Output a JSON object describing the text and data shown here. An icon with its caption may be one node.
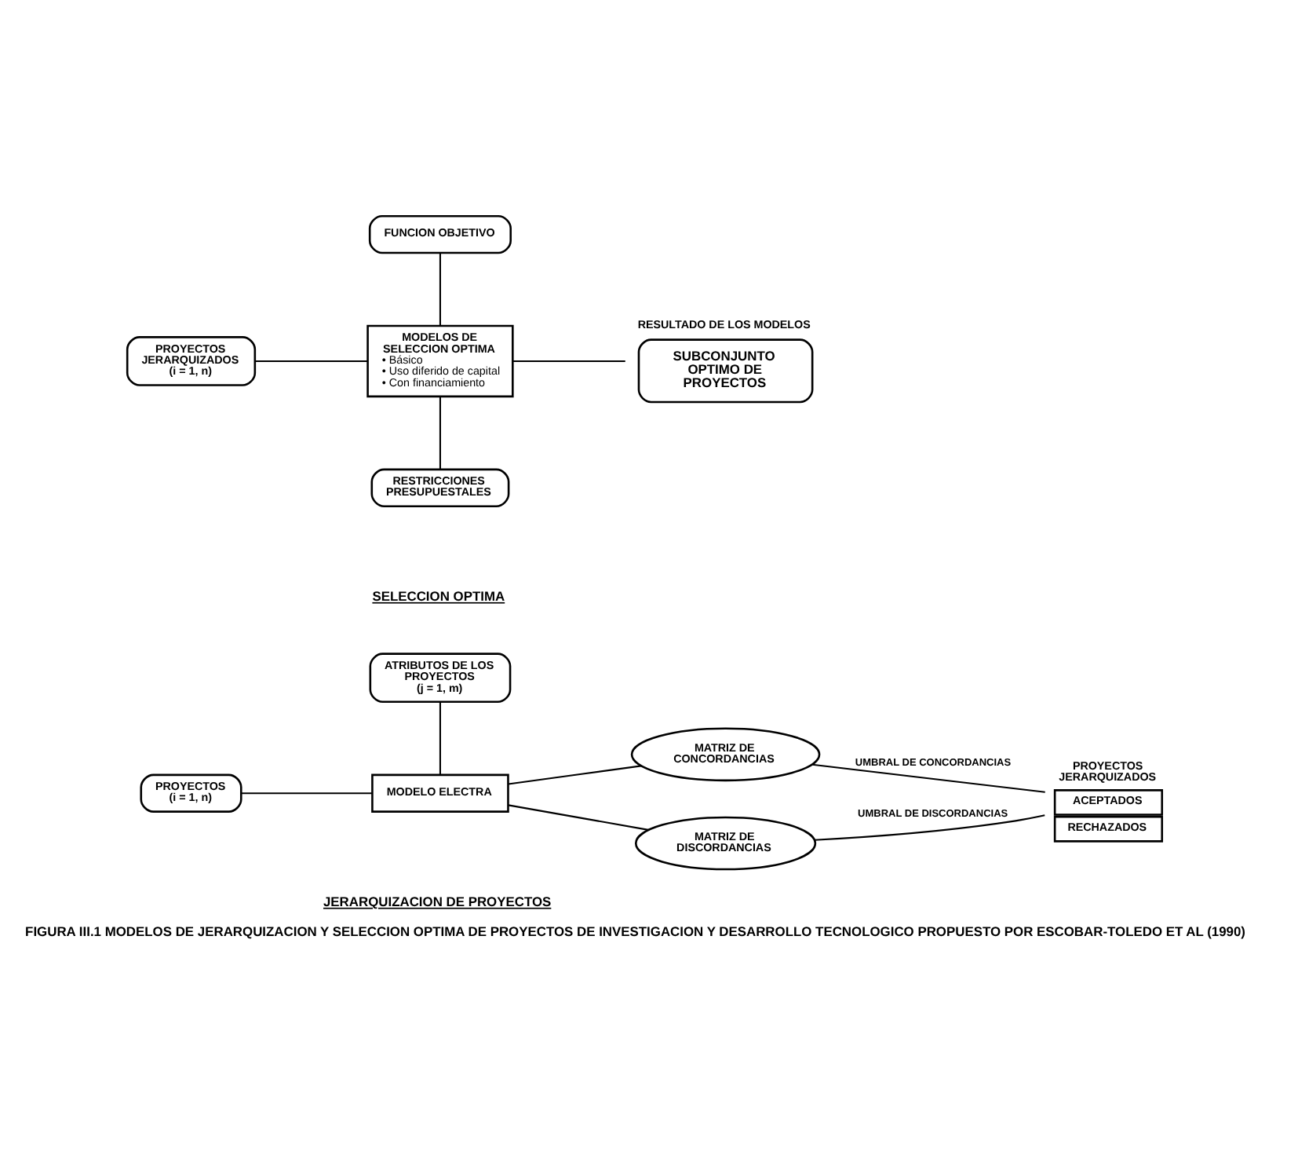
{
  "diagram": {
    "caption": "FIGURA III.1 MODELOS DE JERARQUIZACION Y SELECCION OPTIMA DE PROYECTOS DE INVESTIGACION Y DESARROLLO TECNOLOGICO PROPUESTO POR ESCOBAR-TOLEDO ET AL (1990)",
    "nodes": [
      {
        "text": [
          "ATRIBUTOS DE LOS PROYECTOS",
          "(j = 1, m)"
        ]
      },
      {
        "text": [
          "PROYECTOS",
          "(i = 1, n)"
        ]
      },
      {
        "text": [
          "MODELO ELECTRA"
        ]
      },
      {
        "text": [
          "MATRIZ DE CONCORDANCIAS"
        ]
      },
      {
        "text": [
          "MATRIZ DE DISCORDANCIAS"
        ]
      },
      {
        "text": [
          "PROYECTOS JERARQUIZADOS",
          "ACEPTADOS",
          "RECHAZADOS"
        ]
      },
      {
        "text": [
          "FUNCION OBJETIVO"
        ]
      },
      {
        "text": [
          "PROYECTOS JERARQUIZADOS",
          "(i = 1, n)"
        ]
      },
      {
        "text": [
          "MODELOS DE SELECCION OPTIMA",
          "• Básico",
          "• Uso diferido de capital",
          "• Con financiamiento"
        ]
      },
      {
        "text": [
          "SUBCONJUNTO OPTIMO DE PROYECTOS"
        ],
        "beside": [
          "RESULTADO DE LOS MODELOS"
        ]
      },
      {
        "text": [
          "RESTRICCIONES PRESUPUESTALES"
        ]
      }
    ],
    "edges": [
      {
        "from": 0,
        "to": 2,
        "arrow": "none"
      },
      {
        "from": 1,
        "to": 2,
        "arrow": "none"
      },
      {
        "from": 2,
        "to": 3,
        "arrow": "none"
      },
      {
        "from": 2,
        "to": 4,
        "arrow": "none"
      },
      {
        "from": 3,
        "to": 5,
        "arrow": "none",
        "label": "UMBRAL DE CONCORDANCIAS"
      },
      {
        "from": 4,
        "to": 5,
        "arrow": "none",
        "label": "UMBRAL DE DISCORDANCIAS"
      },
      {
        "from": 6,
        "to": 8,
        "arrow": "none"
      },
      {
        "from": 7,
        "to": 8,
        "arrow": "none"
      },
      {
        "from": 8,
        "to": 9,
        "arrow": "none"
      },
      {
        "from": 8,
        "to": 10,
        "arrow": "none"
      }
    ],
    "labels": [
      "JERARQUIZACION DE PROYECTOS",
      "SELECCION OPTIMA"
    ]
  }
}
